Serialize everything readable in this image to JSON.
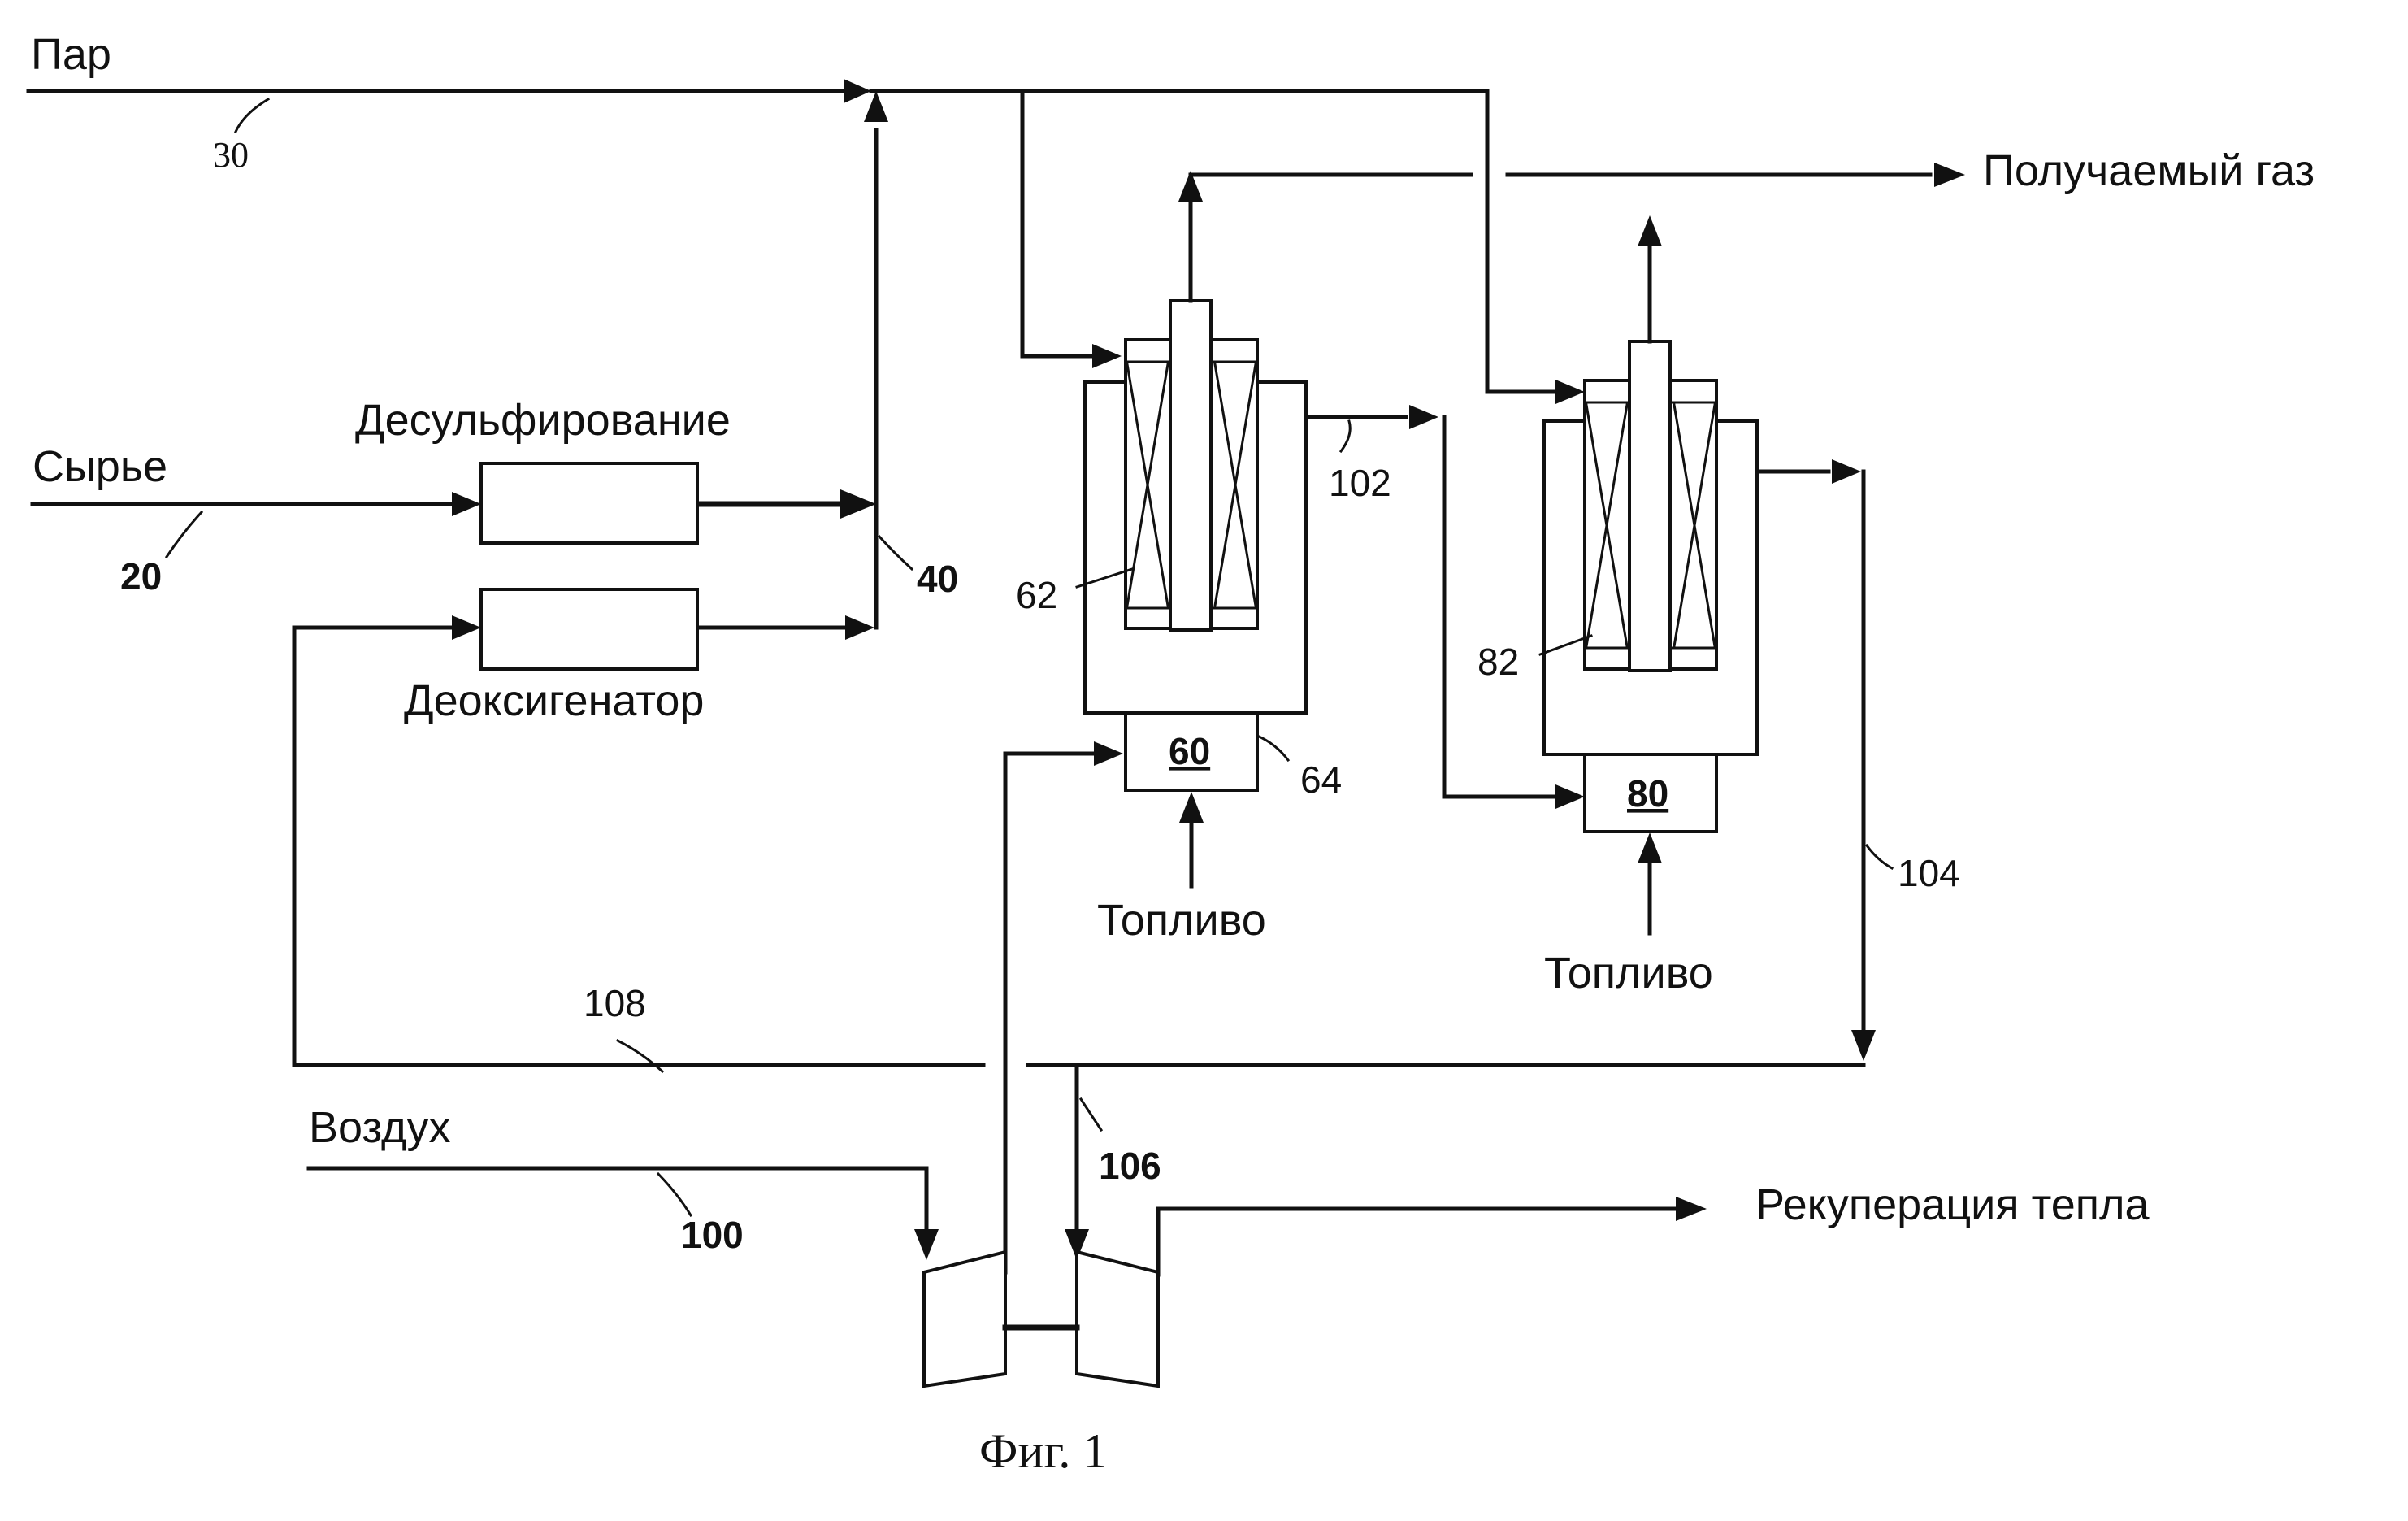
{
  "streams": {
    "steam_label": "Пар",
    "steam_ref": "30",
    "feed_label": "Сырье",
    "feed_ref": "20",
    "mix_ref": "40",
    "air_label": "Воздух",
    "air_ref": "100",
    "product_gas_label": "Получаемый газ",
    "heat_recovery_label": "Рекуперация тепла",
    "line_102": "102",
    "line_104": "104",
    "line_106": "106",
    "line_108": "108"
  },
  "units": {
    "desulfurization_label": "Десульфирование",
    "deoxygenator_label": "Деоксигенатор",
    "reactor1_catalyst_ref": "62",
    "reactor1_burner_ref": "60",
    "reactor1_shell_ref": "64",
    "reactor2_catalyst_ref": "82",
    "reactor2_burner_ref": "80",
    "fuel1_label": "Топливо",
    "fuel2_label": "Топливо"
  },
  "caption": "Фиг. 1"
}
